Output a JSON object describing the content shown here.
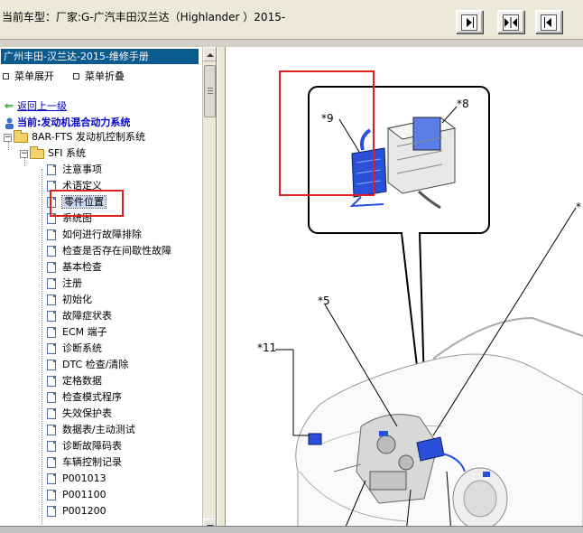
{
  "window": {
    "title": "当前车型：厂家:G-广汽丰田汉兰达（Highlander ）2015-"
  },
  "toolbar": {
    "buttons": [
      {
        "name": "collapse-left-button",
        "icon": "arrow-right-icon"
      },
      {
        "name": "split-view-button",
        "icon": "double-arrow-icon"
      },
      {
        "name": "expand-left-button",
        "icon": "arrow-left-icon"
      }
    ]
  },
  "sidebar": {
    "manual_title": "广州丰田-汉兰达-2015-维修手册",
    "expand_menu": "菜单展开",
    "collapse_menu": "菜单折叠",
    "back_link": "返回上一级",
    "current": "当前:发动机混合动力系统",
    "tree": {
      "level1": "8AR-FTS 发动机控制系统",
      "level2": "SFI 系统",
      "items": [
        "注意事项",
        "术语定义",
        "零件位置",
        "系统图",
        "如何进行故障排除",
        "检查是否存在间歇性故障",
        "基本检查",
        "注册",
        "初始化",
        "故障症状表",
        "ECM 端子",
        "诊断系统",
        "DTC 检查/清除",
        "定格数据",
        "检查模式程序",
        "失效保护表",
        "数据表/主动测试",
        "诊断故障码表",
        "车辆控制记录",
        "P001013",
        "P001100",
        "P001200"
      ],
      "selected_index": 2
    }
  },
  "diagram": {
    "callouts": [
      "*9",
      "*8",
      "*5",
      "*11",
      "*"
    ]
  },
  "colors": {
    "title_bar": "#0a5a8f",
    "highlight_box": "#e02020",
    "component_blue": "#2a4fd8"
  }
}
